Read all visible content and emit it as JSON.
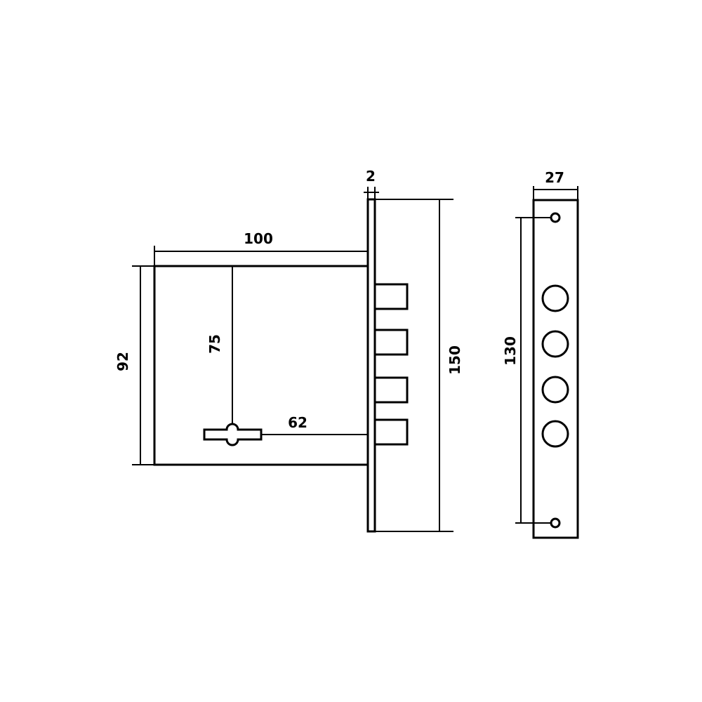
{
  "dimensions": {
    "body_width": "100",
    "faceplate_thickness": "2",
    "body_height": "92",
    "key_depth": "75",
    "backset": "62",
    "faceplate_length": "150",
    "faceplate_width": "27",
    "screw_spacing": "130"
  },
  "parts": {
    "bolt_count": 4,
    "screw_hole_count": 2
  }
}
